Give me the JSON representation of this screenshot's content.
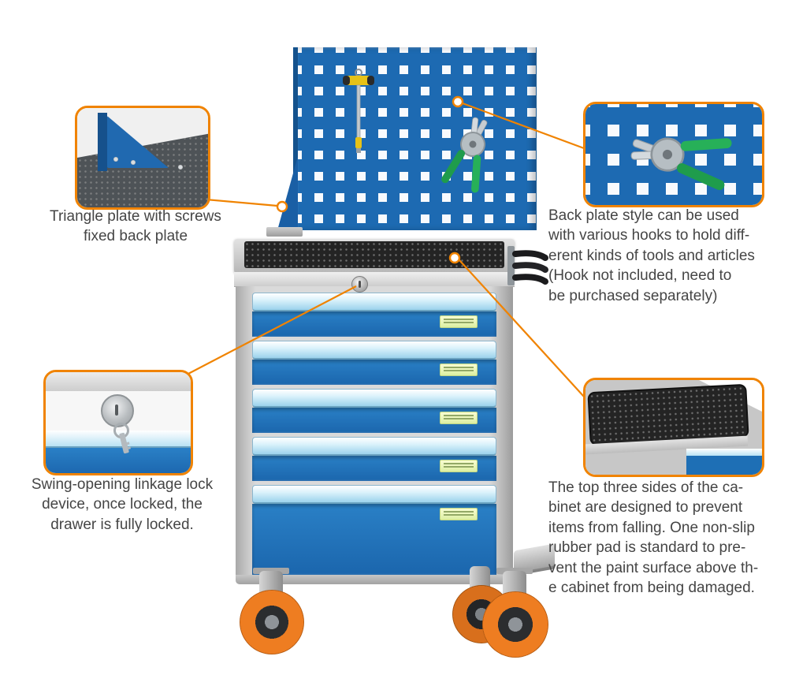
{
  "accent": {
    "callout_orange": "#f08300"
  },
  "product": {
    "description": "5-drawer tool trolley with pegboard back panel",
    "drawer_count": 5,
    "colors": {
      "pegboard_blue": "#1d6ab2",
      "drawer_blue": "#1e70b8",
      "handle_light_blue": "#bfe4f5",
      "frame_grey": "#d2d2d2",
      "mat_black": "#242424",
      "wheel_orange": "#ee7d21"
    }
  },
  "callouts": {
    "top_left": {
      "caption": "Triangle plate with screws\nfixed back plate"
    },
    "top_right": {
      "caption": "Back plate style can be used\nwith various hooks to hold diff-\nerent kinds of tools and articles\n(Hook not included, need to\nbe purchased separately)"
    },
    "bottom_left": {
      "caption": "Swing-opening linkage lock\ndevice, once locked, the\ndrawer is fully locked."
    },
    "bottom_right": {
      "caption": "The top three sides of the ca-\nbinet are designed to prevent\nitems from falling. One non-slip\nrubber pad is standard to pre-\nvent the paint surface above th-\ne cabinet from being damaged."
    }
  }
}
